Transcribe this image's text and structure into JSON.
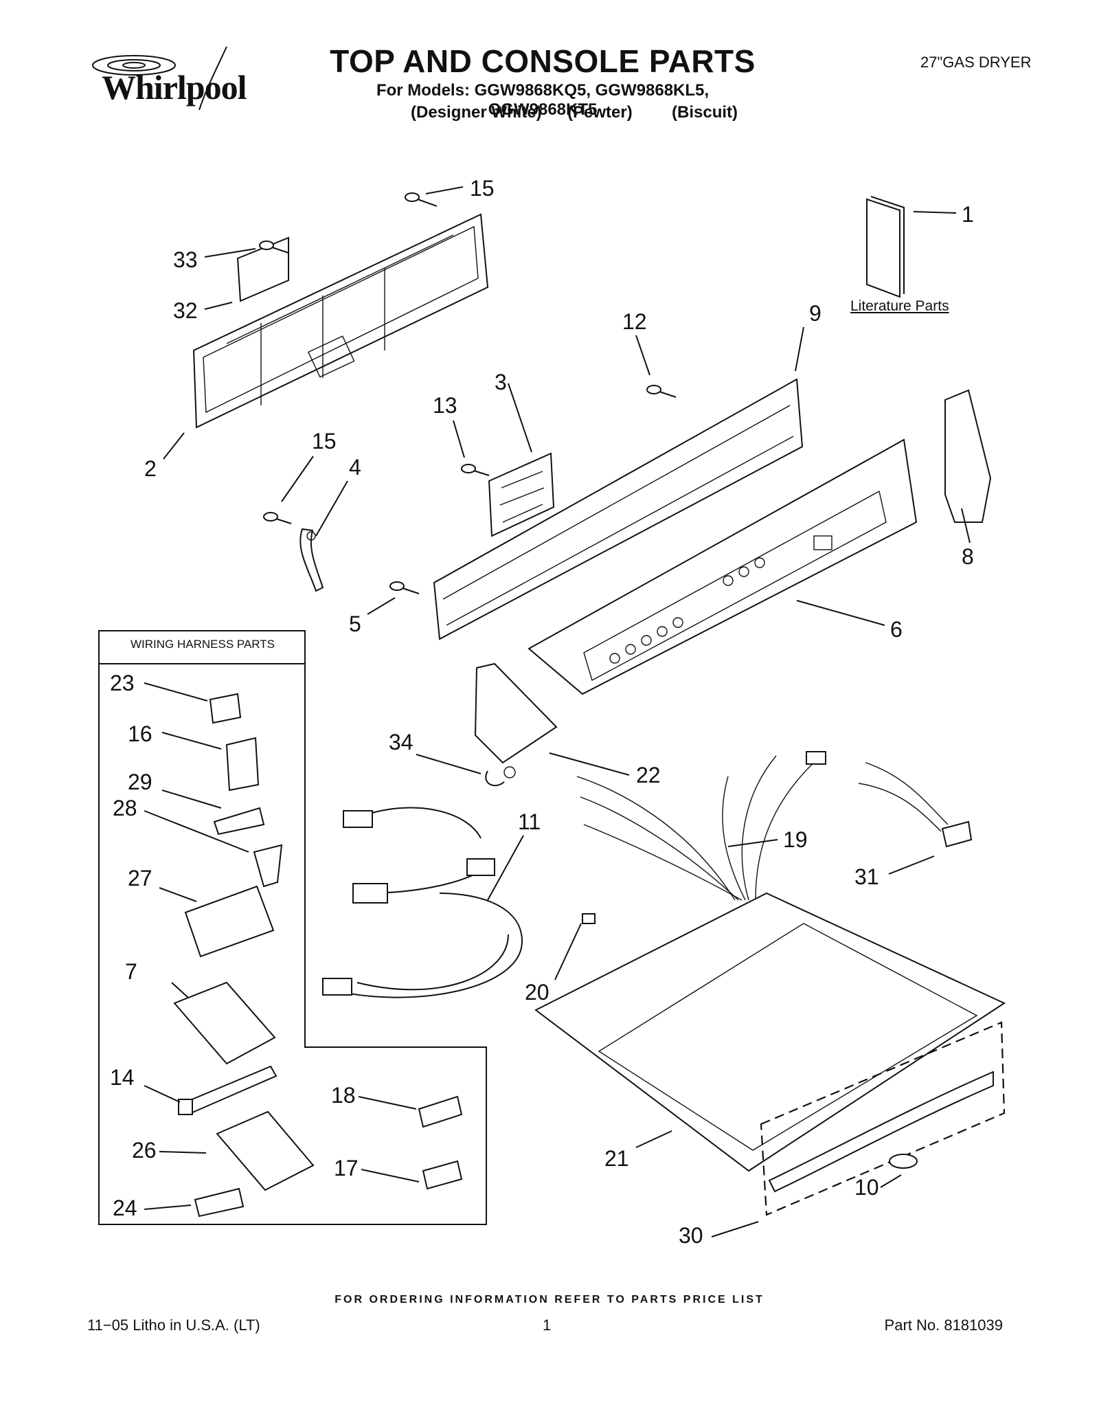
{
  "header": {
    "brand": "Whirlpool",
    "title": "TOP AND CONSOLE PARTS",
    "models_line": "For Models: GGW9868KQ5, GGW9868KL5, GGW9868KT5",
    "colors": [
      "(Designer White)",
      "(Pewter)",
      "(Biscuit)"
    ],
    "product": "27\"GAS DRYER"
  },
  "labels": {
    "literature_parts": "Literature Parts",
    "wiring_harness_parts": "WIRING HARNESS PARTS"
  },
  "callouts": [
    "15",
    "1",
    "33",
    "32",
    "12",
    "9",
    "3",
    "13",
    "2",
    "15",
    "4",
    "8",
    "5",
    "6",
    "23",
    "16",
    "29",
    "28",
    "27",
    "7",
    "14",
    "26",
    "24",
    "34",
    "22",
    "11",
    "19",
    "31",
    "20",
    "18",
    "17",
    "21",
    "10",
    "30"
  ],
  "footer": {
    "ordering_note": "FOR ORDERING INFORMATION REFER TO PARTS PRICE LIST",
    "litho": "11−05 Litho in U.S.A. (LT)",
    "page_number": "1",
    "part_number": "Part No. 8181039"
  },
  "colors_style": {
    "ink": "#111111",
    "paper": "#ffffff"
  }
}
